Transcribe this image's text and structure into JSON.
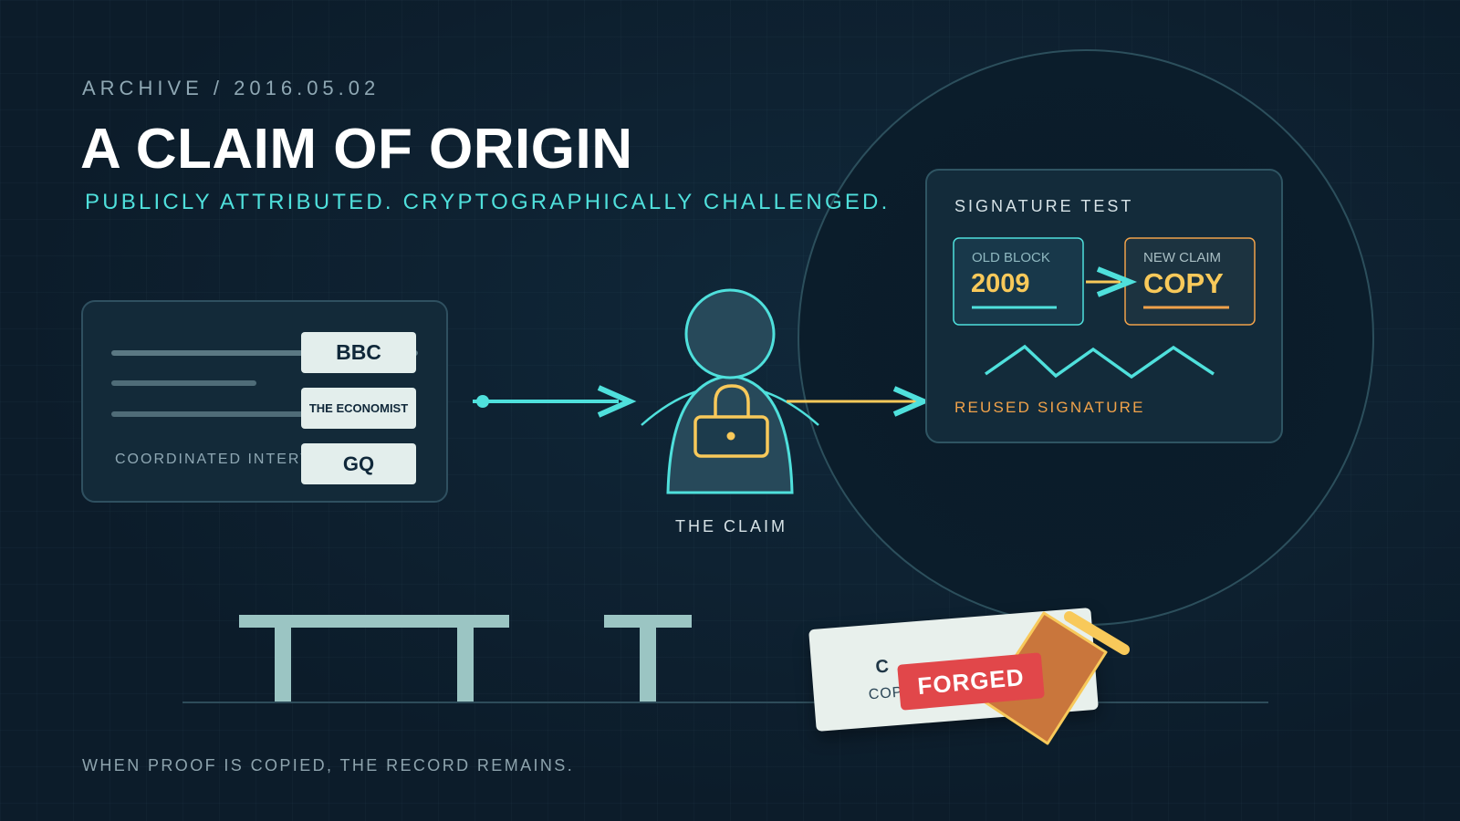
{
  "header": {
    "archive": "ARCHIVE / 2016.05.02",
    "title": "A CLAIM OF ORIGIN",
    "subtitle": "PUBLICLY ATTRIBUTED. CRYPTOGRAPHICALLY CHALLENGED."
  },
  "interviews": {
    "outlets": [
      "BBC",
      "THE ECONOMIST",
      "GQ"
    ],
    "label": "COORDINATED INTERVIEWS"
  },
  "claim": {
    "label": "THE CLAIM",
    "icon": "lock-icon"
  },
  "signature_test": {
    "title": "SIGNATURE TEST",
    "old_block": {
      "label": "OLD BLOCK",
      "value": "2009"
    },
    "new_claim": {
      "label": "NEW CLAIM",
      "value": "COPY"
    },
    "result": "REUSED SIGNATURE"
  },
  "certificate": {
    "line1": "C",
    "line2": "COP",
    "stamp": "FORGED"
  },
  "footer": {
    "tagline": "WHEN PROOF IS COPIED, THE RECORD REMAINS."
  },
  "colors": {
    "background": "#0c1c2a",
    "accent": "#4fe0dc",
    "warning": "#f8c95a",
    "orange": "#f0a24a",
    "danger": "#e1474a"
  }
}
